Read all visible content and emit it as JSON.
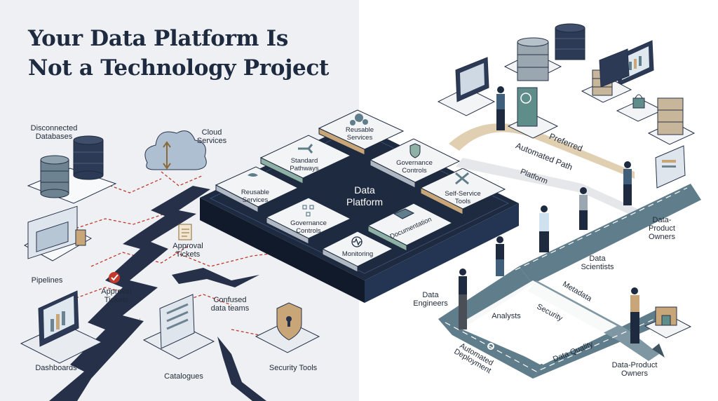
{
  "title": {
    "line1": "Your Data Platform Is",
    "line2": "Not a Technology Project"
  },
  "left_side": {
    "disconnected_databases": "Disconnected Databases",
    "disconnected_databases_l1": "Disconnected",
    "disconnected_databases_l2": "Databases",
    "cloud_services_l1": "Cloud",
    "cloud_services_l2": "Services",
    "approval_tickets_top_l1": "Approval",
    "approval_tickets_top_l2": "Tickets",
    "pipelines": "Pipelines",
    "approval_tickets_mid_l1": "Approval",
    "approval_tickets_mid_l2": "Tickets",
    "confused_l1": "Confused",
    "confused_l2": "data teams",
    "dashboards": "Dashboards",
    "catalogues": "Catalogues",
    "security_tools": "Security Tools"
  },
  "center": {
    "core_l1": "Data",
    "core_l2": "Platform",
    "tiles": {
      "reusable_top_l1": "Reusable",
      "reusable_top_l2": "Services",
      "standard_l1": "Standard",
      "standard_l2": "Pathways",
      "governance_right_l1": "Governance",
      "governance_right_l2": "Controls",
      "reusable_left_l1": "Reusable",
      "reusable_left_l2": "Services",
      "self_service_l1": "Self-Service",
      "self_service_l2": "Tools",
      "governance_mid_l1": "Governance",
      "governance_mid_l2": "Controls",
      "documentation": "Documentation",
      "monitoring": "Monitoring"
    }
  },
  "right_side": {
    "preferred": "Preferred",
    "automated_path": "Automated Path",
    "platform": "Platform",
    "data_product_owners_top_l1": "Data-",
    "data_product_owners_top_l2": "Product",
    "data_product_owners_top_l3": "Owners",
    "data_scientists_l1": "Data",
    "data_scientists_l2": "Scientists",
    "data_engineers_l1": "Data",
    "data_engineers_l2": "Engineers",
    "analysts": "Analysts",
    "security": "Security",
    "metadata": "Metadata",
    "automated_deployment_l1": "Automated",
    "automated_deployment_l2": "Deployment",
    "data_quality": "Data Quality",
    "data_product_owners_bottom_l1": "Data-Product",
    "data_product_owners_bottom_l2": "Owners"
  },
  "colors": {
    "navy": "#1d2a3f",
    "teal": "#5f7d8a",
    "gold": "#c8a677",
    "crack": "#263149",
    "dash_red": "#c0392b"
  },
  "icons": [
    "cloud-icon",
    "database-icon",
    "document-icon",
    "checkmark-icon",
    "shield-icon",
    "gear-icon",
    "wrench-icon",
    "monitor-icon",
    "server-icon",
    "person-icon"
  ]
}
